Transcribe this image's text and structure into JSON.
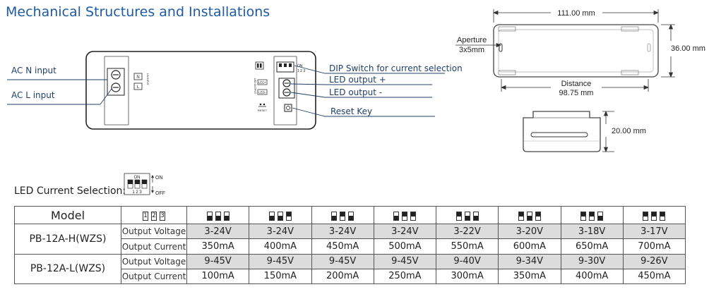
{
  "title": "Mechanical Structures and Installations",
  "left_labels": {
    "ac_n": "AC N input",
    "ac_l": "AC L input"
  },
  "right_labels": {
    "dip": "DIP Switch for current selection",
    "led_plus": "LED output +",
    "led_minus": "LED output -",
    "reset": "Reset Key"
  },
  "device_marks": {
    "n": "N",
    "l": "L",
    "ln_input": "L/N INPUT",
    "led_plus": "LED+",
    "led_minus": "LED-",
    "led_output": "LED OUTPUT",
    "reset": "RESET",
    "dip_on": "ON",
    "dip_nums": "1 2 3"
  },
  "dimensions": {
    "width": "111.00 mm",
    "height": "36.00 mm",
    "aperture_label": "Aperture",
    "aperture_value": "3x5mm",
    "distance_label": "Distance",
    "distance_value": "98.75 mm",
    "depth": "20.00 mm"
  },
  "selection": {
    "label": "LED Current Selection:",
    "legend_on": "ON",
    "legend_off": "OFF",
    "legend_top": "ON",
    "legend_nums": "1 2 3"
  },
  "table": {
    "header_model": "Model",
    "header_switch": [
      "1",
      "2",
      "3"
    ],
    "switch_states": [
      [
        "off",
        "off",
        "off"
      ],
      [
        "off",
        "off",
        "on"
      ],
      [
        "off",
        "on",
        "off"
      ],
      [
        "off",
        "on",
        "on"
      ],
      [
        "on",
        "off",
        "off"
      ],
      [
        "on",
        "off",
        "on"
      ],
      [
        "on",
        "on",
        "off"
      ],
      [
        "on",
        "on",
        "on"
      ]
    ],
    "models": [
      {
        "name": "PB-12A-H(WZS)",
        "voltage_label": "Output Voltage",
        "current_label": "Output Current",
        "voltages": [
          "3-24V",
          "3-24V",
          "3-24V",
          "3-24V",
          "3-22V",
          "3-20V",
          "3-18V",
          "3-17V"
        ],
        "currents": [
          "350mA",
          "400mA",
          "450mA",
          "500mA",
          "550mA",
          "600mA",
          "650mA",
          "700mA"
        ]
      },
      {
        "name": "PB-12A-L(WZS)",
        "voltage_label": "Output Voltage",
        "current_label": "Output Current",
        "voltages": [
          "9-45V",
          "9-45V",
          "9-45V",
          "9-45V",
          "9-40V",
          "9-34V",
          "9-30V",
          "9-26V"
        ],
        "currents": [
          "100mA",
          "150mA",
          "200mA",
          "250mA",
          "300mA",
          "350mA",
          "400mA",
          "450mA"
        ]
      }
    ]
  }
}
